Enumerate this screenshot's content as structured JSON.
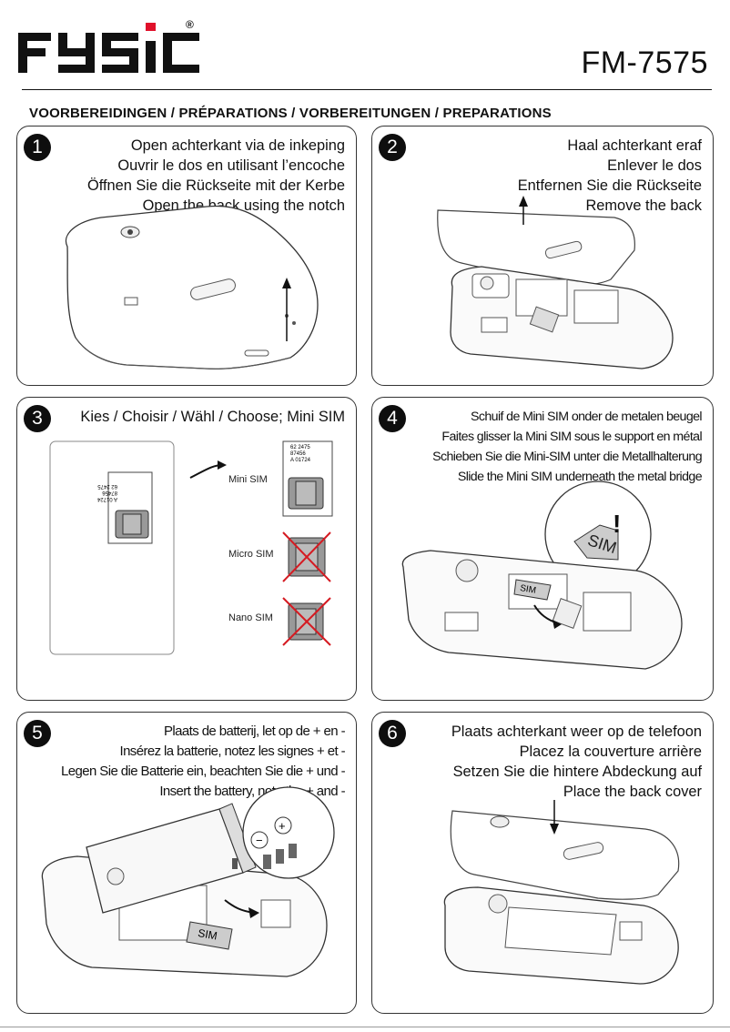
{
  "brand": {
    "logo_text": "FYSIC",
    "registered": "®",
    "accent": "#e0102a"
  },
  "model": "FM-7575",
  "section_heading": "VOORBEREIDINGEN / PRÉPARATIONS / VORBEREITUNGEN / PREPARATIONS",
  "steps": [
    {
      "number": "1",
      "lines": [
        "Open achterkant via de inkeping",
        "Ouvrir le dos en utilisant l’encoche",
        "Öffnen Sie die Rückseite mit der Kerbe",
        "Open the back using the notch"
      ]
    },
    {
      "number": "2",
      "lines": [
        "Haal achterkant eraf",
        "Enlever le dos",
        "Entfernen Sie die Rückseite",
        "Remove the back"
      ]
    },
    {
      "number": "3",
      "lines": [
        "Kies / Choisir / Wähl / Choose; Mini SIM"
      ],
      "sim_types": [
        "Mini SIM",
        "Micro SIM",
        "Nano SIM"
      ],
      "card_code": [
        "62 2475",
        "87456",
        "A 01724"
      ]
    },
    {
      "number": "4",
      "lines": [
        "Schuif de Mini SIM onder de metalen beugel",
        "Faites glisser la Mini SIM sous le support en métal",
        "Schieben Sie die Mini-SIM unter die Metallhalterung",
        "Slide the Mini SIM underneath the metal bridge"
      ],
      "sim_text": "SIM",
      "warning": "!"
    },
    {
      "number": "5",
      "lines": [
        "Plaats de batterij, let op de + en -",
        "Insérez la batterie, notez les signes + et -",
        "Legen Sie die Batterie ein, beachten Sie die + und -",
        "Insert the battery, note the + and -"
      ],
      "sim_text": "SIM",
      "polarity": [
        "−",
        "+"
      ]
    },
    {
      "number": "6",
      "lines": [
        "Plaats achterkant weer op de telefoon",
        "Placez la couverture arrière",
        "Setzen Sie die hintere Abdeckung auf",
        "Place the back cover"
      ]
    }
  ]
}
